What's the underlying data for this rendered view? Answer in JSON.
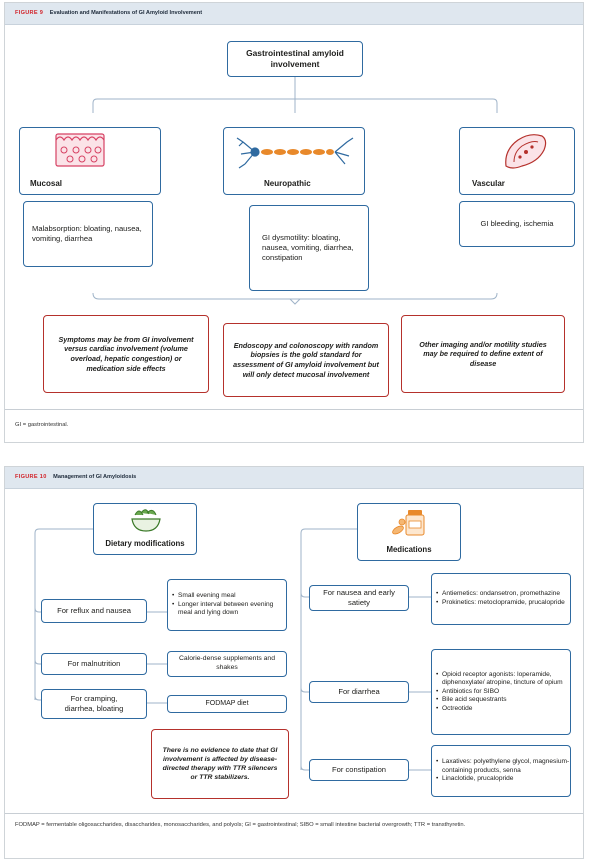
{
  "figure9": {
    "number": "FIGURE 9",
    "title": "Evaluation and Manifestations of GI Amyloid Involvement",
    "root": "Gastrointestinal amyloid involvement",
    "categories": [
      {
        "name": "Mucosal",
        "icon": "intestinal-mucosa-icon",
        "detail": "Malabsorption: bloating, nausea, vomiting, diarrhea"
      },
      {
        "name": "Neuropathic",
        "icon": "neuron-icon",
        "detail": "GI dysmotility: bloating, nausea, vomiting, diarrhea, constipation"
      },
      {
        "name": "Vascular",
        "icon": "blood-vessel-icon",
        "detail": "GI bleeding, ischemia"
      }
    ],
    "notes": [
      "Symptoms may be from GI involvement versus cardiac involvement (volume overload, hepatic congestion) or medication side effects",
      "Endoscopy and colonoscopy with random biopsies is the gold standard for assessment of GI amyloid involvement but will only detect mucosal involvement",
      "Other imaging and/or motility studies may be required to define extent of disease"
    ],
    "caption": "GI = gastrointestinal."
  },
  "figure10": {
    "number": "FIGURE 10",
    "title": "Management of GI Amyloidosis",
    "dietary": {
      "header": "Dietary modifications",
      "icon": "salad-bowl-icon",
      "rows": [
        {
          "label": "For reflux and nausea",
          "items": [
            "Small evening meal",
            "Longer interval between evening meal and lying down"
          ]
        },
        {
          "label": "For malnutrition",
          "text": "Calorie-dense supplements and shakes"
        },
        {
          "label": "For cramping, diarrhea, bloating",
          "text": "FODMAP diet"
        }
      ],
      "note": "There is no evidence to date that GI involvement is affected by disease-directed therapy with TTR silencers or TTR stabilizers."
    },
    "medications": {
      "header": "Medications",
      "icon": "pill-bottle-icon",
      "rows": [
        {
          "label": "For nausea and early satiety",
          "items": [
            "Antiemetics: ondansetron, promethazine",
            "Prokinetics: metoclopramide, prucalopride"
          ]
        },
        {
          "label": "For diarrhea",
          "items": [
            "Opioid receptor agonists: loperamide, diphenoxylate/ atropine, tincture of opium",
            "Antibiotics for SIBO",
            "Bile acid sequestrants",
            "Octreotide"
          ]
        },
        {
          "label": "For constipation",
          "items": [
            "Laxatives: polyethylene glycol, magnesium-containing products, senna",
            "Linaclotide, prucalopride"
          ]
        }
      ]
    },
    "caption": "FODMAP = fermentable oligosaccharides, disaccharides, monosaccharides, and polyols; GI = gastrointestinal; SIBO = small intestine bacterial overgrowth; TTR = transthyretin."
  },
  "colors": {
    "blue_border": "#2f6aa0",
    "red_border": "#b5312c",
    "header_bg": "#dfe7ef",
    "line": "#9fb3c8",
    "accent_orange": "#e8892b"
  }
}
